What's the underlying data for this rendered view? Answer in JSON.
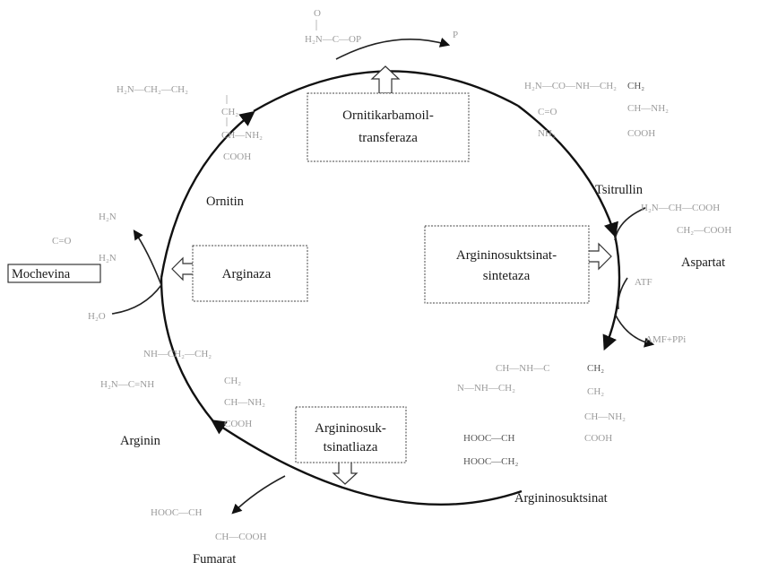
{
  "enzymes": {
    "ornithine_transferase": [
      "Ornitikarbamoil-",
      "transferaza"
    ],
    "arginosuccinate_synthetase": [
      "Argininosuktsinat-",
      "sintetaza"
    ],
    "arginosuccinate_lyase": [
      "Argininosuk-",
      "tsinatliaza"
    ],
    "arginase": "Arginaza"
  },
  "metabolites": {
    "ornithine": "Ornitin",
    "citrulline": "Tsitrullin",
    "aspartate": "Aspartat",
    "arginosuccinate": "Argininosuktsinat",
    "fumarate": "Fumarat",
    "arginine": "Arginin",
    "urea": "Mochevina"
  },
  "fragments": {
    "top_a": "O",
    "top_b": "H₂N—C—OP",
    "top_c": "P",
    "orn_1": "H₂N—CH₂—CH₂",
    "orn_2": "CH₂",
    "orn_3": "CH—NH₂",
    "orn_4": "COOH",
    "cit_1": "H₂N—CO—NH—CH₂",
    "cit_2": "CH₂",
    "cit_3": "CH—NH₂",
    "cit_4": "COOH",
    "cit_side_1": "C=O",
    "cit_side_2": "NH₂",
    "asp_1": "H₂N—CH—COOH",
    "asp_2": "CH₂—COOH",
    "atp": "ATF",
    "amp": "AMF+PPi",
    "as_1": "CH—NH—C",
    "as_2": "N—NH—CH₂",
    "as_3": "CH₂",
    "as_4": "CH₂",
    "as_5": "CH—NH₂",
    "as_6": "COOH",
    "as_7": "HOOC—CH",
    "as_8": "HOOC—CH₂",
    "fum_1": "HOOC—CH",
    "fum_2": "CH—COOH",
    "arg_1": "NH—CH₂—CH₂",
    "arg_2": "H₂N—C=NH",
    "arg_3": "CH₂",
    "arg_4": "CH—NH₂",
    "arg_5": "COOH",
    "urea_1": "H₂N",
    "urea_2": "C=O",
    "urea_3": "H₂N",
    "water": "H₂O"
  }
}
